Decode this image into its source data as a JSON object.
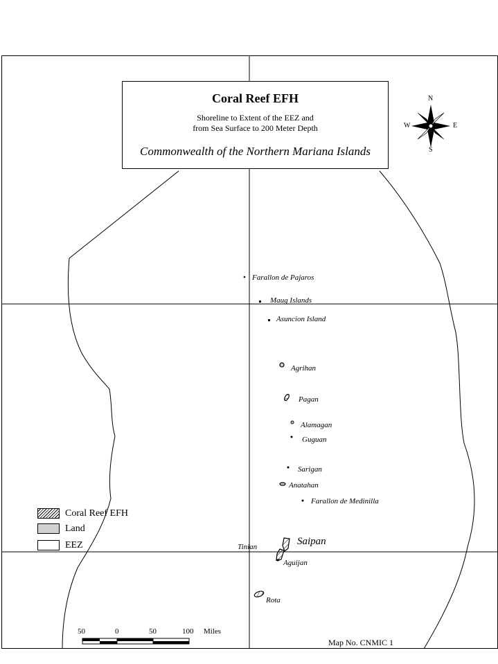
{
  "title": {
    "main": "Coral Reef EFH",
    "subtitle_line1": "Shoreline to Extent of the EEZ and",
    "subtitle_line2": "from Sea Surface to 200 Meter Depth",
    "region": "Commonwealth of the Northern Mariana Islands"
  },
  "compass": {
    "n": "N",
    "s": "S",
    "e": "E",
    "w": "W"
  },
  "islands": [
    {
      "id": "farallon-de-pajaros",
      "name": "Farallon de Pajaros"
    },
    {
      "id": "maug-islands",
      "name": "Maug Islands"
    },
    {
      "id": "asuncion-island",
      "name": "Asuncion Island"
    },
    {
      "id": "agrihan",
      "name": "Agrihan"
    },
    {
      "id": "pagan",
      "name": "Pagan"
    },
    {
      "id": "alamagan",
      "name": "Alamagan"
    },
    {
      "id": "guguan",
      "name": "Guguan"
    },
    {
      "id": "sarigan",
      "name": "Sarigan"
    },
    {
      "id": "anatahan",
      "name": "Anatahan"
    },
    {
      "id": "farallon-de-medinilla",
      "name": "Farallon de Medinilla"
    },
    {
      "id": "saipan",
      "name": "Saipan"
    },
    {
      "id": "tinian",
      "name": "Tinian"
    },
    {
      "id": "aguijan",
      "name": "Aguijan"
    },
    {
      "id": "rota",
      "name": "Rota"
    }
  ],
  "legend": [
    {
      "id": "coral-reef-efh",
      "label": "Coral Reef EFH",
      "fill": "hatch"
    },
    {
      "id": "land",
      "label": "Land",
      "fill": "#d0d0d0"
    },
    {
      "id": "eez",
      "label": "EEZ",
      "fill": "#ffffff"
    }
  ],
  "scale_bar": {
    "labels": [
      "50",
      "0",
      "50",
      "100"
    ],
    "unit": "Miles"
  },
  "map_number": "Map No. CNMIC 1"
}
